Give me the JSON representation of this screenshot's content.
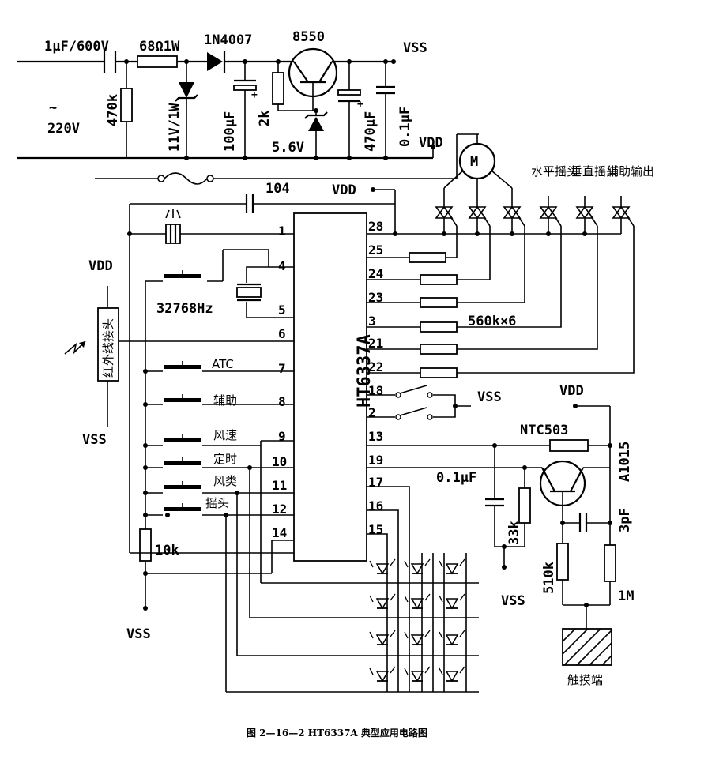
{
  "labels": {
    "c1": "1μF/600V",
    "r1": "68Ω1W",
    "diode": "1N4007",
    "transistor": "8550",
    "vss_top": "VSS",
    "r470k": "470k",
    "ac": "~",
    "mains": "220V",
    "zener": "11V/1W",
    "c100": "100μF",
    "r2k": "2k",
    "z56": "5.6V",
    "c470": "470μF",
    "c01": "0.1μF",
    "vdd_top": "VDD",
    "motor": "M",
    "c104": "104",
    "vdd_mid": "VDD",
    "hswing": "水平摇头",
    "vswing": "垂直摇头",
    "aux_out": "辅助输出",
    "vdd_left": "VDD",
    "ir_receiver": "红外线接头",
    "vss_left": "VSS",
    "xtal": "32768Hz",
    "r560": "560k×6",
    "btn_atc": "ATC",
    "btn_aux": "辅助",
    "btn_speed": "风速",
    "btn_timer": "定时",
    "btn_mode": "风类",
    "btn_swing": "摇头",
    "chip": "HT6337A",
    "vss_sw": "VSS",
    "vdd_right": "VDD",
    "ntc": "NTC503",
    "c01b": "0.1μF",
    "r33k": "33k",
    "a1015": "A1015",
    "c3p": "3pF",
    "r10k": "10k",
    "r510k": "510k",
    "r1m": "1M",
    "vss_bot": "VSS",
    "vss_ntc": "VSS",
    "touch": "触摸端",
    "caption": "图 2—16—2   HT6337A 典型应用电路图"
  },
  "pins_left": [
    "1",
    "4",
    "5",
    "6",
    "7",
    "8",
    "9",
    "10",
    "11",
    "12",
    "14"
  ],
  "pins_right": [
    "28",
    "25",
    "24",
    "23",
    "3",
    "21",
    "22",
    "18",
    "2",
    "13",
    "19",
    "17",
    "16",
    "15"
  ]
}
